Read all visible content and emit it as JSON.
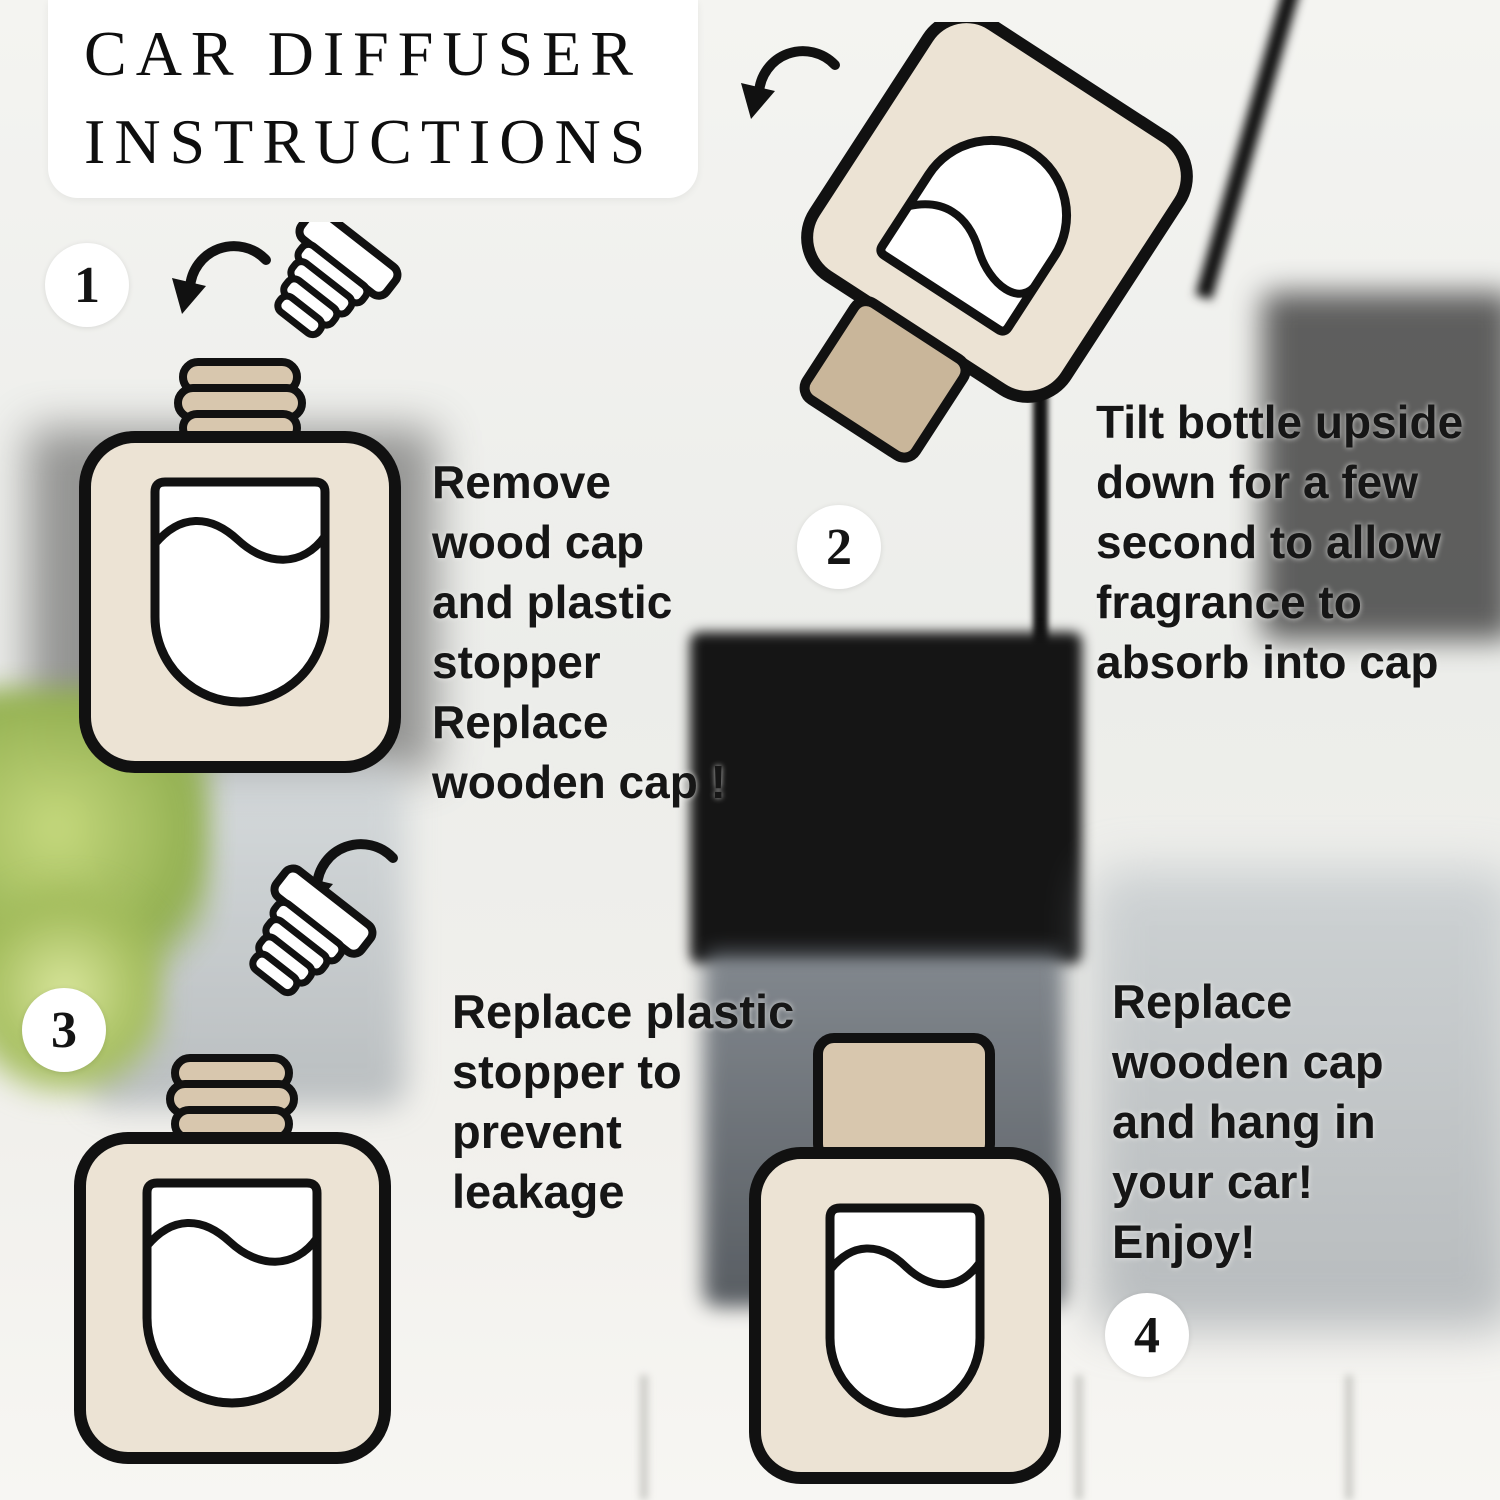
{
  "title": {
    "line1": "CAR DIFFUSER",
    "line2": "INSTRUCTIONS"
  },
  "steps": [
    {
      "number": "1",
      "text": "Remove\nwood cap\nand plastic\nstopper\nReplace\nwooden cap !"
    },
    {
      "number": "2",
      "text": "Tilt bottle upside\ndown for a few\nsecond to allow\nfragrance to\nabsorb into cap"
    },
    {
      "number": "3",
      "text": "Replace plastic\nstopper to\nprevent\nleakage"
    },
    {
      "number": "4",
      "text": "Replace\nwooden cap\nand hang in\nyour car!\nEnjoy!"
    }
  ],
  "icons": {
    "curved_arrow": "curved-arrow-icon",
    "plastic_stopper": "plastic-stopper-icon",
    "wooden_cap": "wooden-cap-icon",
    "diffuser_bottle": "diffuser-bottle-icon"
  },
  "colors": {
    "outline": "#111111",
    "bottle_cream": "#ece3d4",
    "cap_beige": "#d8c7ae",
    "cap_beige_dark": "#c9b69a",
    "background_light": "#f2f2ef",
    "photo_black": "#151515",
    "plant_green": "#8fae4a"
  }
}
